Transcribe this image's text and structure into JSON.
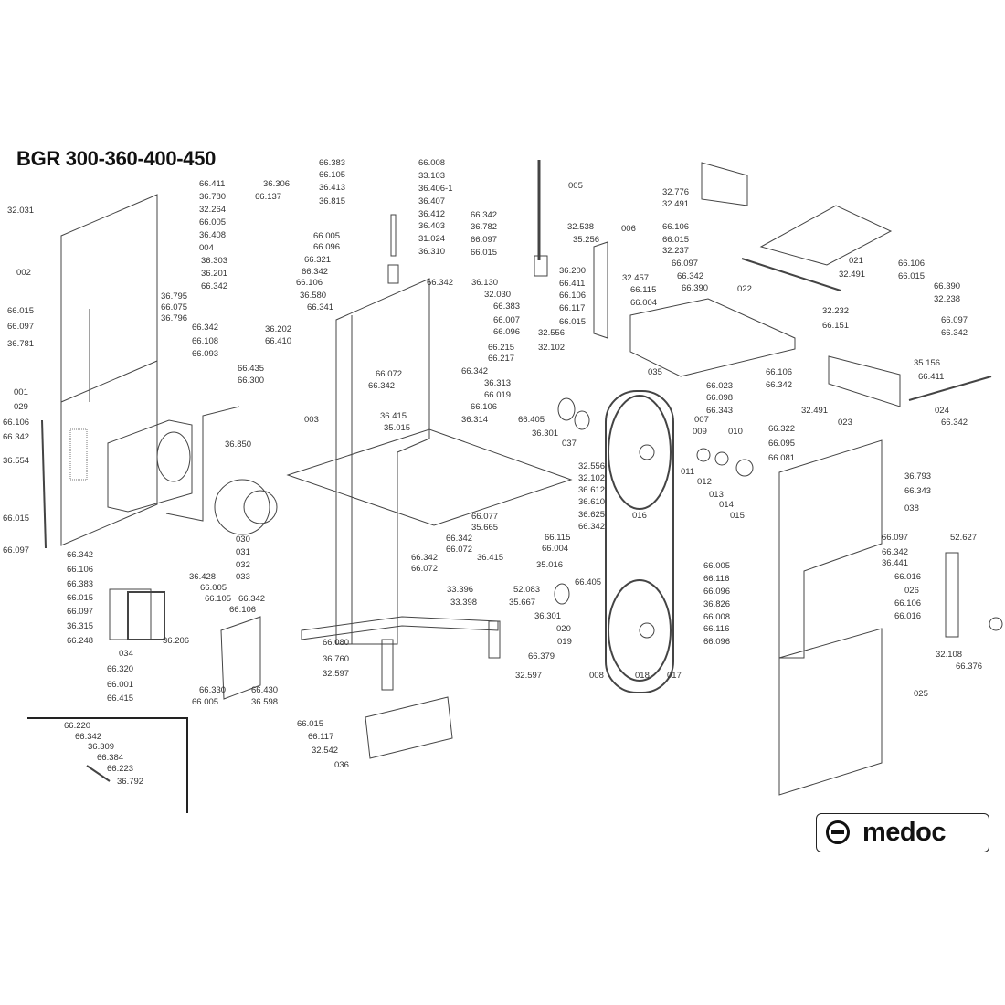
{
  "title": "BGR 300-360-400-450",
  "logo": "medoc",
  "callouts": [
    "32.031",
    "002",
    "66.015",
    "66.097",
    "36.781",
    "66.411",
    "36.780",
    "32.264",
    "66.005",
    "36.408",
    "004",
    "36.303",
    "36.201",
    "66.342",
    "36.795",
    "66.075",
    "36.796",
    "66.342",
    "66.108",
    "66.093",
    "36.306",
    "66.137",
    "36.202",
    "66.410",
    "66.383",
    "66.105",
    "36.413",
    "36.815",
    "66.008",
    "33.103",
    "36.406-1",
    "36.407",
    "36.412",
    "36.403",
    "31.024",
    "36.310",
    "66.005",
    "66.096",
    "66.321",
    "66.342",
    "66.106",
    "36.580",
    "66.341",
    "66.342",
    "36.130",
    "32.030",
    "66.383",
    "66.007",
    "66.096",
    "66.215",
    "66.217",
    "005",
    "66.342",
    "36.782",
    "66.097",
    "66.015",
    "32.538",
    "35.256",
    "36.200",
    "66.411",
    "66.106",
    "66.117",
    "66.015",
    "006",
    "32.457",
    "66.115",
    "66.004",
    "32.556",
    "32.102",
    "32.776",
    "32.491",
    "66.106",
    "66.015",
    "32.237",
    "66.097",
    "66.342",
    "66.390",
    "021",
    "32.491",
    "022",
    "66.106",
    "66.015",
    "66.390",
    "32.238",
    "66.097",
    "66.342",
    "32.232",
    "66.151",
    "035",
    "66.023",
    "66.098",
    "66.343",
    "66.106",
    "66.342",
    "35.156",
    "66.411",
    "32.491",
    "023",
    "024",
    "66.342",
    "001",
    "029",
    "66.106",
    "66.342",
    "36.554",
    "66.435",
    "66.300",
    "003",
    "36.850",
    "66.072",
    "66.342",
    "36.415",
    "35.015",
    "66.342",
    "36.313",
    "66.019",
    "66.106",
    "36.314",
    "66.405",
    "36.301",
    "037",
    "007",
    "009",
    "010",
    "011",
    "012",
    "013",
    "014",
    "015",
    "66.322",
    "66.095",
    "66.081",
    "36.793",
    "66.343",
    "038",
    "016",
    "32.556",
    "32.102",
    "36.612",
    "36.610",
    "36.625",
    "66.342",
    "66.077",
    "35.665",
    "66.342",
    "66.072",
    "36.415",
    "66.115",
    "66.004",
    "35.016",
    "66.342",
    "66.072",
    "33.396",
    "33.398",
    "52.083",
    "35.667",
    "66.405",
    "36.301",
    "020",
    "019",
    "66.379",
    "32.597",
    "008",
    "018",
    "017",
    "66.015",
    "66.097",
    "66.342",
    "66.106",
    "030",
    "031",
    "032",
    "033",
    "66.383",
    "66.015",
    "66.097",
    "36.315",
    "66.248",
    "36.428",
    "66.005",
    "66.105",
    "66.342",
    "66.106",
    "36.206",
    "034",
    "66.320",
    "66.001",
    "66.415",
    "66.330",
    "66.005",
    "66.430",
    "36.598",
    "66.080",
    "36.760",
    "32.597",
    "66.015",
    "66.117",
    "32.542",
    "036",
    "66.097",
    "66.342",
    "36.441",
    "66.016",
    "52.627",
    "026",
    "66.106",
    "66.016",
    "32.108",
    "66.376",
    "66.005",
    "66.116",
    "66.096",
    "36.826",
    "66.008",
    "66.116",
    "66.096",
    "025",
    "66.220",
    "66.342",
    "36.309",
    "66.384",
    "66.223",
    "36.792"
  ]
}
